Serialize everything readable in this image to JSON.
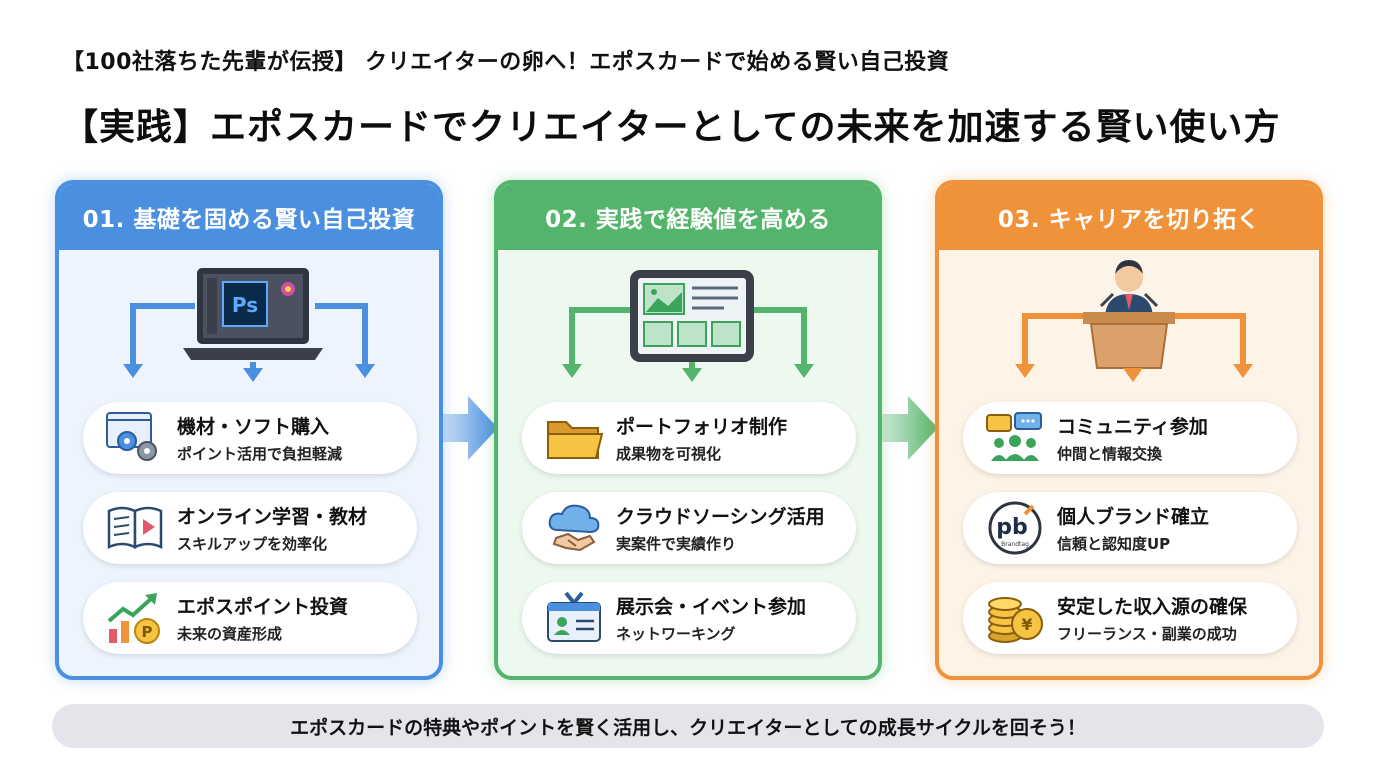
{
  "subtitle": "【100社落ちた先輩が伝授】 クリエイターの卵へ！エポスカードで始める賢い自己投資",
  "title": "【実践】エポスカードでクリエイターとしての未来を加速する賢い使い方",
  "columns": [
    {
      "header": "01. 基礎を固める賢い自己投資",
      "accent": "#4a8fe0",
      "illustration": "laptop-icon",
      "items": [
        {
          "title": "機材・ソフト購入",
          "sub": "ポイント活用で負担軽減",
          "icon": "gears-window-icon"
        },
        {
          "title": "オンライン学習・教材",
          "sub": "スキルアップを効率化",
          "icon": "video-book-icon"
        },
        {
          "title": "エポスポイント投資",
          "sub": "未来の資産形成",
          "icon": "growth-chart-icon"
        }
      ]
    },
    {
      "header": "02. 実践で経験値を高める",
      "accent": "#54b46b",
      "illustration": "tablet-portfolio-icon",
      "items": [
        {
          "title": "ポートフォリオ制作",
          "sub": "成果物を可視化",
          "icon": "folder-icon"
        },
        {
          "title": "クラウドソーシング活用",
          "sub": "実案件で実績作り",
          "icon": "cloud-handshake-icon"
        },
        {
          "title": "展示会・イベント参加",
          "sub": "ネットワーキング",
          "icon": "id-badge-icon"
        }
      ]
    },
    {
      "header": "03. キャリアを切り拓く",
      "accent": "#f0923a",
      "illustration": "speaker-podium-icon",
      "items": [
        {
          "title": "コミュニティ参加",
          "sub": "仲間と情報交換",
          "icon": "community-chat-icon"
        },
        {
          "title": "個人ブランド確立",
          "sub": "信頼と認知度UP",
          "icon": "brand-logo-icon",
          "logo_text": "Brandtag"
        },
        {
          "title": "安定した収入源の確保",
          "sub": "フリーランス・副業の成功",
          "icon": "coins-icon"
        }
      ]
    }
  ],
  "footer": "エポスカードの特典やポイントを賢く活用し、クリエイターとしての成長サイクルを回そう！"
}
